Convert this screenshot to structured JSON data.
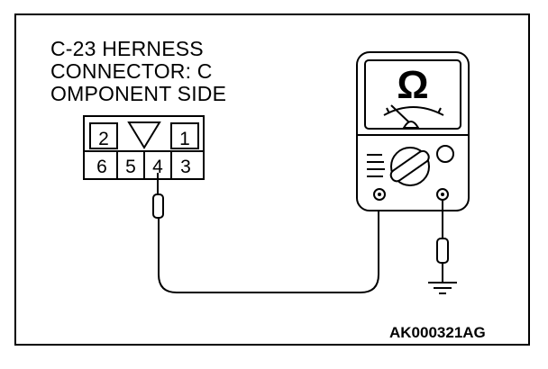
{
  "title_lines": [
    "C-23 HERNESS",
    "CONNECTOR: C",
    "OMPONENT SIDE"
  ],
  "connector": {
    "top_pins": [
      "2",
      "1"
    ],
    "bottom_pins": [
      "6",
      "5",
      "4",
      "3"
    ]
  },
  "meter": {
    "unit_symbol": "Ω"
  },
  "figure_code": "AK000321AG"
}
